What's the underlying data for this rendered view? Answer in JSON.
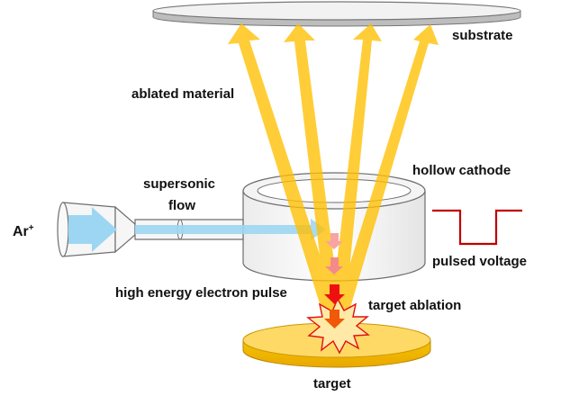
{
  "labels": {
    "substrate": "substrate",
    "ablated_material": "ablated material",
    "supersonic": "supersonic",
    "flow": "flow",
    "hollow_cathode": "hollow cathode",
    "ar_symbol": "Ar",
    "ar_charge": "+",
    "pulsed_voltage": "pulsed voltage",
    "electron_pulse": "high energy electron pulse",
    "target_ablation": "target ablation",
    "target": "target"
  },
  "colors": {
    "ablated_material": "#FFC000",
    "gas_flow": "#9DD6F2",
    "electron_pulse_dark": "#FF0000",
    "electron_pulse_light": "#F8A4A4",
    "target_top": "#FFD966",
    "target_side": "#F0B400",
    "voltage_line": "#C00000",
    "substrate_fill": "#F2F2F2"
  }
}
